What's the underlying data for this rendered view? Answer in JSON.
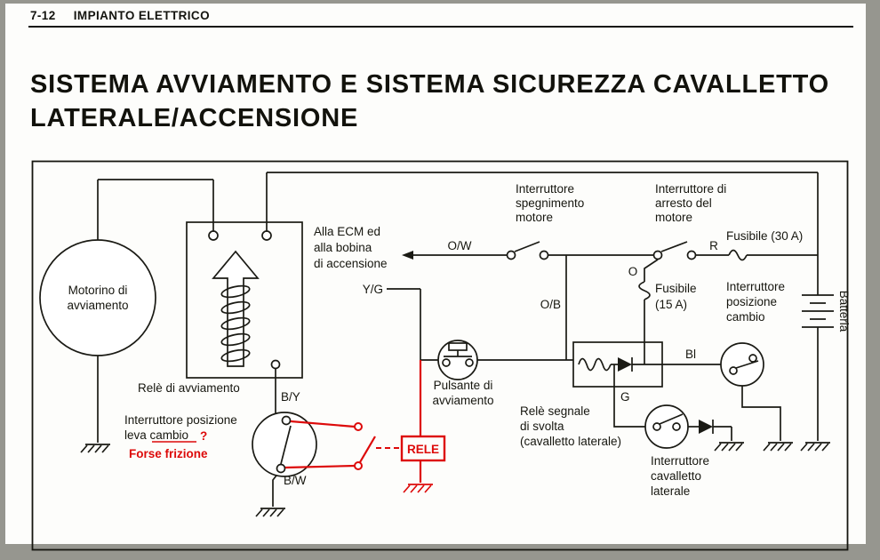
{
  "page": {
    "header": {
      "page_num": "7-12",
      "section": "IMPIANTO ELETTRICO"
    },
    "title": {
      "line1": "SISTEMA AVVIAMENTO E SISTEMA SICUREZZA CAVALLETTO",
      "line2": "LATERALE/ACCENSIONE"
    }
  },
  "diagram": {
    "components": {
      "starter_motor": {
        "line1": "Motorino di",
        "line2": "avviamento"
      },
      "starter_relay": {
        "label": "Relè di avviamento"
      },
      "ecm_note": {
        "line1": "Alla ECM ed",
        "line2": "alla bobina",
        "line3": "di accensione"
      },
      "kill_switch": {
        "line1": "Interruttore",
        "line2": "spegnimento",
        "line3": "motore"
      },
      "stop_switch": {
        "line1": "Interruttore di",
        "line2": "arresto del",
        "line3": "motore"
      },
      "fuse_30a": {
        "label": "Fusibile (30 A)"
      },
      "fuse_15a": {
        "line1": "Fusibile",
        "line2": "(15 A)"
      },
      "battery": {
        "label": "Batteria"
      },
      "gear_position_switch": {
        "line1": "Interruttore",
        "line2": "posizione",
        "line3": "cambio"
      },
      "starter_button": {
        "line1": "Pulsante di",
        "line2": "avviamento"
      },
      "sidestand_relay": {
        "line1": "Relè segnale",
        "line2": "di svolta",
        "line3": "(cavalletto laterale)"
      },
      "sidestand_switch": {
        "line1": "Interruttore",
        "line2": "cavalletto",
        "line3": "laterale"
      },
      "lever_position_switch": {
        "line1": "Interruttore posizione",
        "line2": "leva cambio"
      }
    },
    "wires": {
      "ow": "O/W",
      "yg": "Y/G",
      "ob": "O/B",
      "o": "O",
      "r": "R",
      "bl": "Bl",
      "g": "G",
      "by": "B/Y",
      "bw": "B/W"
    },
    "annotations": {
      "question": "?",
      "note": "Forse frizione",
      "relay_label": "RELE",
      "color": "#dd0a0a"
    }
  }
}
